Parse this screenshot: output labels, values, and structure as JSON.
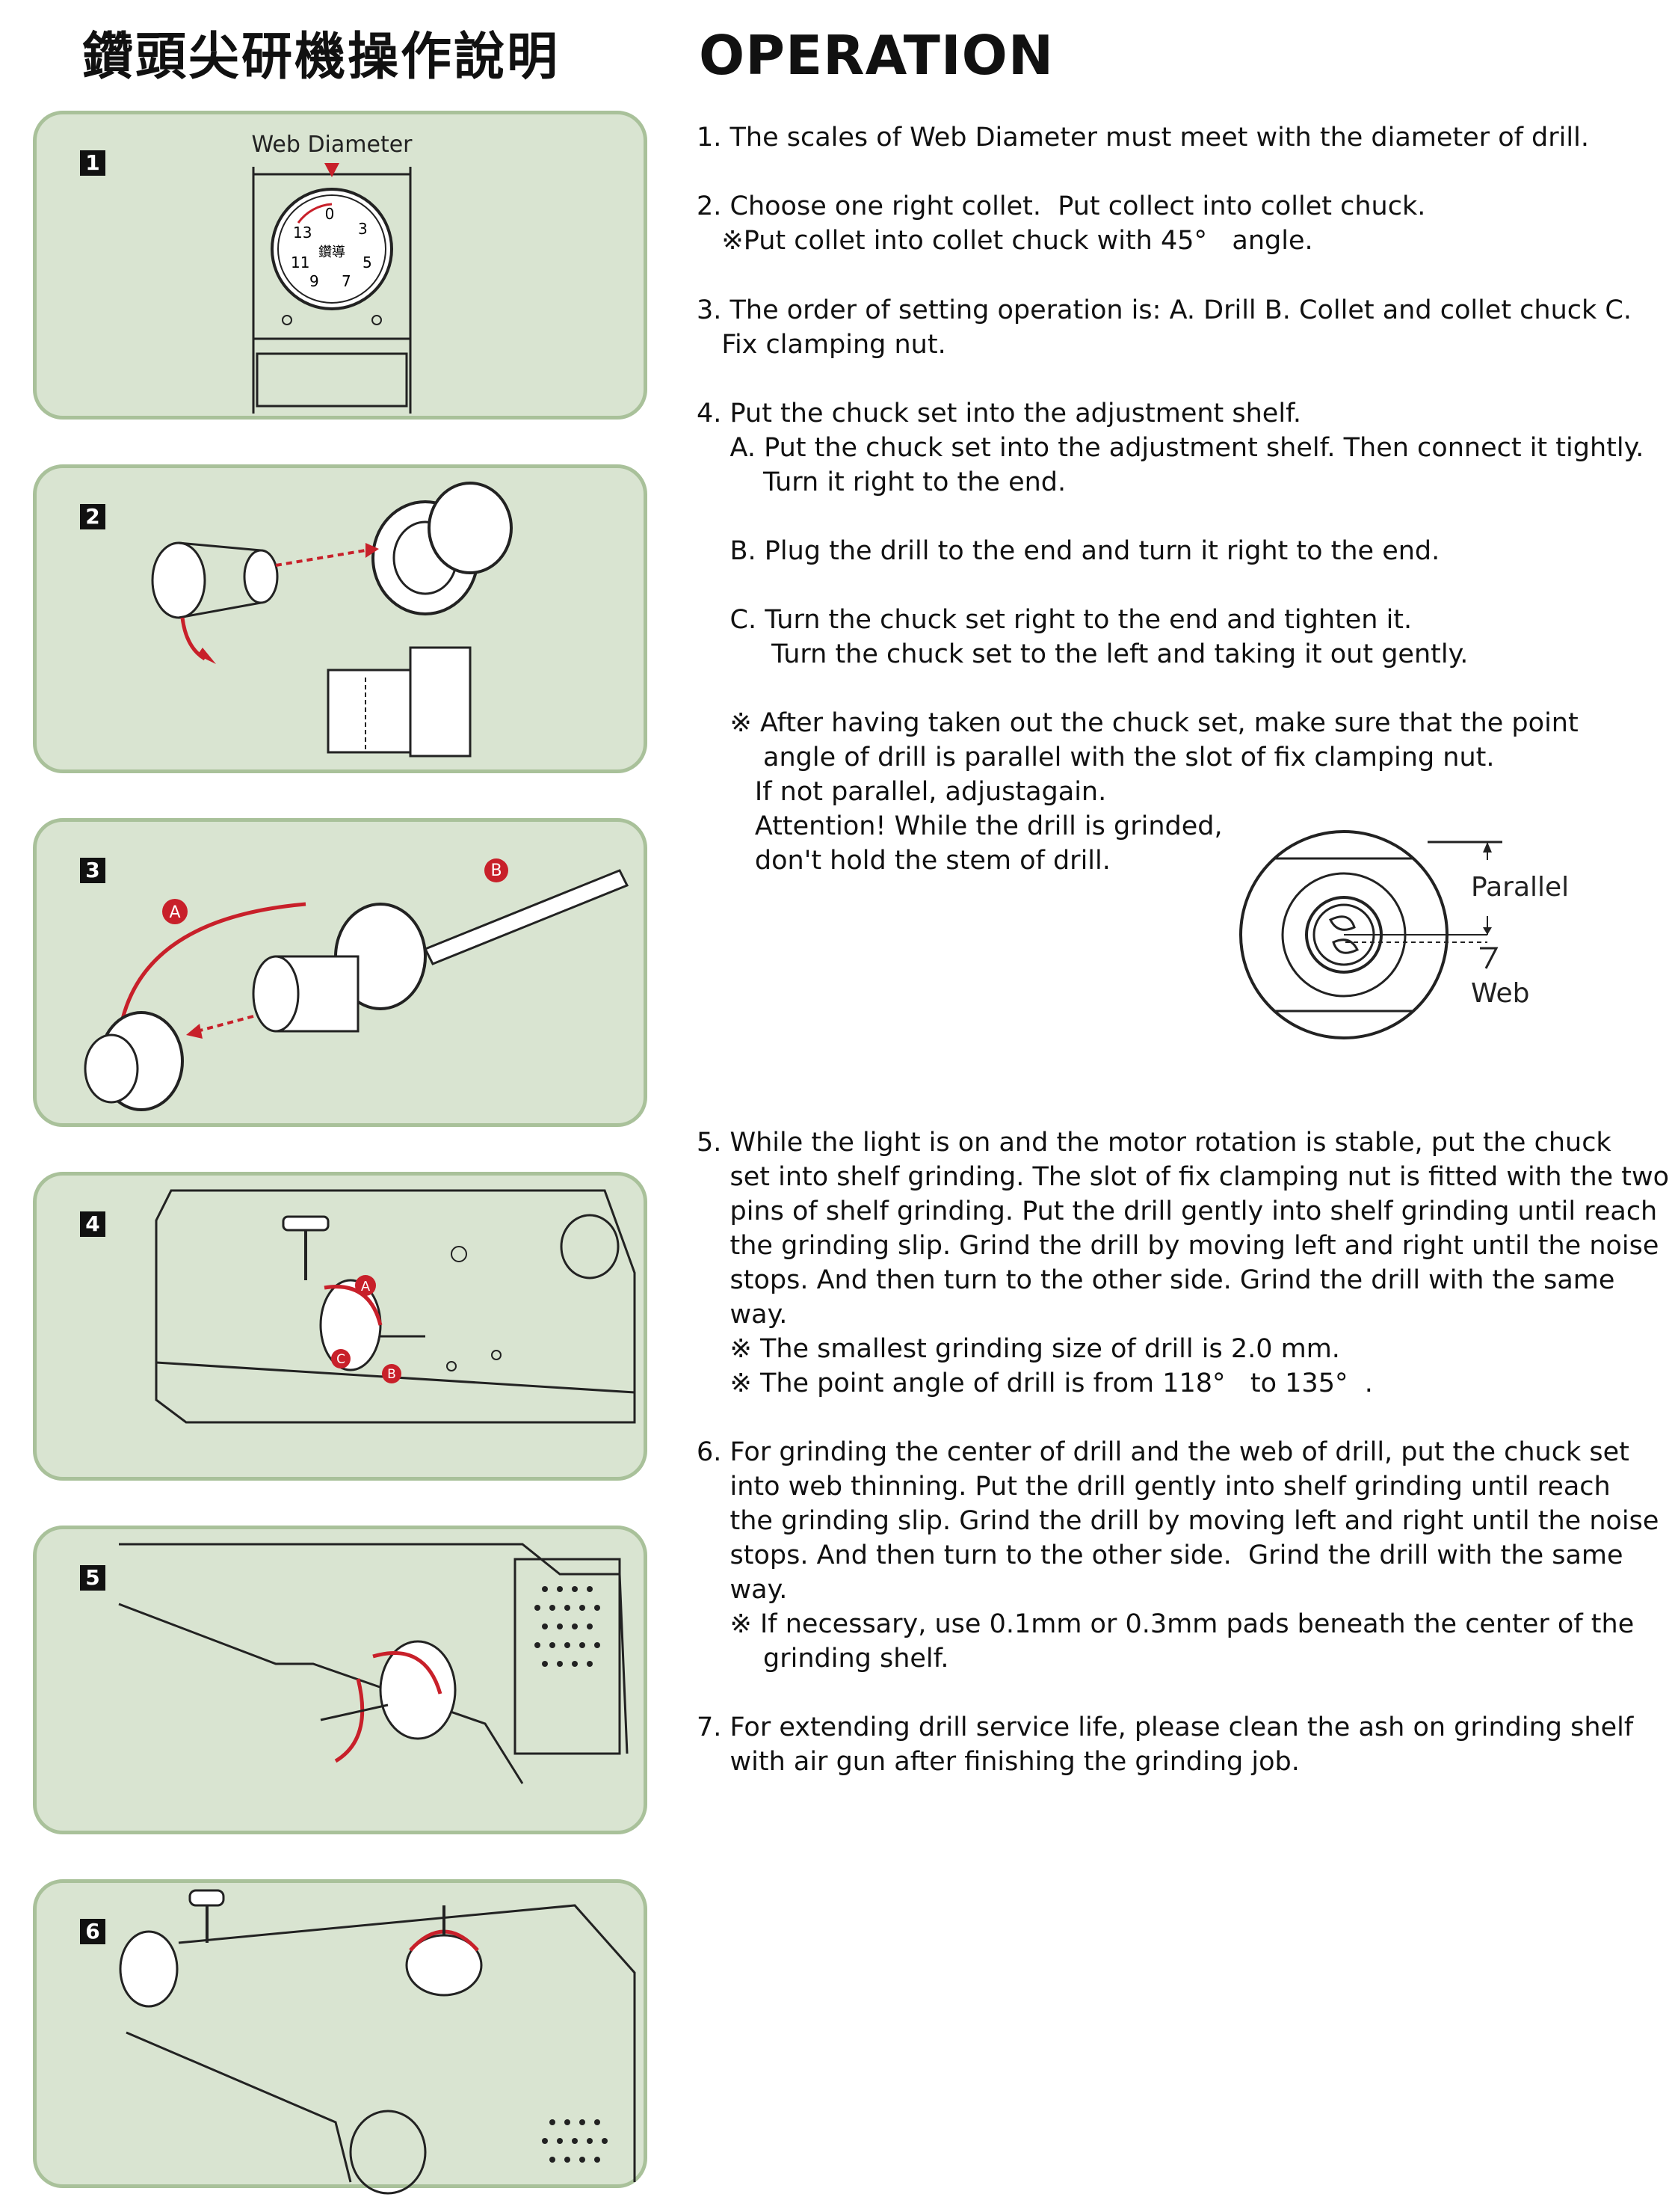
{
  "header": {
    "title_zh": "鑽頭尖研機操作說明",
    "title_en": "OPERATION"
  },
  "panels": [
    {
      "num": "1",
      "label": "Web Diameter",
      "dial_numbers": [
        "0",
        "3",
        "5",
        "7",
        "9",
        "11",
        "13"
      ],
      "dial_text": "鑽導"
    },
    {
      "num": "2"
    },
    {
      "num": "3",
      "marks": [
        "A",
        "B"
      ]
    },
    {
      "num": "4",
      "marks": [
        "A",
        "B",
        "C"
      ]
    },
    {
      "num": "5"
    },
    {
      "num": "6"
    }
  ],
  "figure": {
    "parallel": "Parallel",
    "web": "Web"
  },
  "lines": [
    "1. The scales of Web Diameter must meet with the diameter of drill.",
    "2. Choose one right collet.  Put collect into collet chuck.",
    "   ※Put collet into collet chuck with 45°   angle.",
    "3. The order of setting operation is: A. Drill B. Collet and collet chuck C.",
    "   Fix clamping nut.",
    "4. Put the chuck set into the adjustment shelf.",
    "    A. Put the chuck set into the adjustment shelf. Then connect it tightly.",
    "        Turn it right to the end.",
    "    B. Plug the drill to the end and turn it right to the end.",
    "    C. Turn the chuck set right to the end and tighten it.",
    "         Turn the chuck set to the left and taking it out gently.",
    "    ※ After having taken out the chuck set, make sure that the point",
    "        angle of drill is parallel with the slot of fix clamping nut.",
    "       If not parallel, adjustagain.",
    "       Attention! While the drill is grinded,",
    "       don't hold the stem of drill.",
    "5. While the light is on and the motor rotation is stable, put the chuck",
    "    set into shelf grinding. The slot of fix clamping nut is fitted with the two",
    "    pins of shelf grinding. Put the drill gently into shelf grinding until reach",
    "    the grinding slip. Grind the drill by moving left and right until the noise",
    "    stops. And then turn to the other side. Grind the drill with the same",
    "    way.",
    "    ※ The smallest grinding size of drill is 2.0 mm.",
    "    ※ The point angle of drill is from 118°   to 135°  .",
    "6. For grinding the center of drill and the web of drill, put the chuck set",
    "    into web thinning. Put the drill gently into shelf grinding until reach",
    "    the grinding slip. Grind the drill by moving left and right until the noise",
    "    stops. And then turn to the other side.  Grind the drill with the same",
    "    way.",
    "    ※ If necessary, use 0.1mm or 0.3mm pads beneath the center of the",
    "        grinding shelf.",
    "7. For extending drill service life, please clean the ash on grinding shelf",
    "    with air gun after finishing the grinding job."
  ]
}
